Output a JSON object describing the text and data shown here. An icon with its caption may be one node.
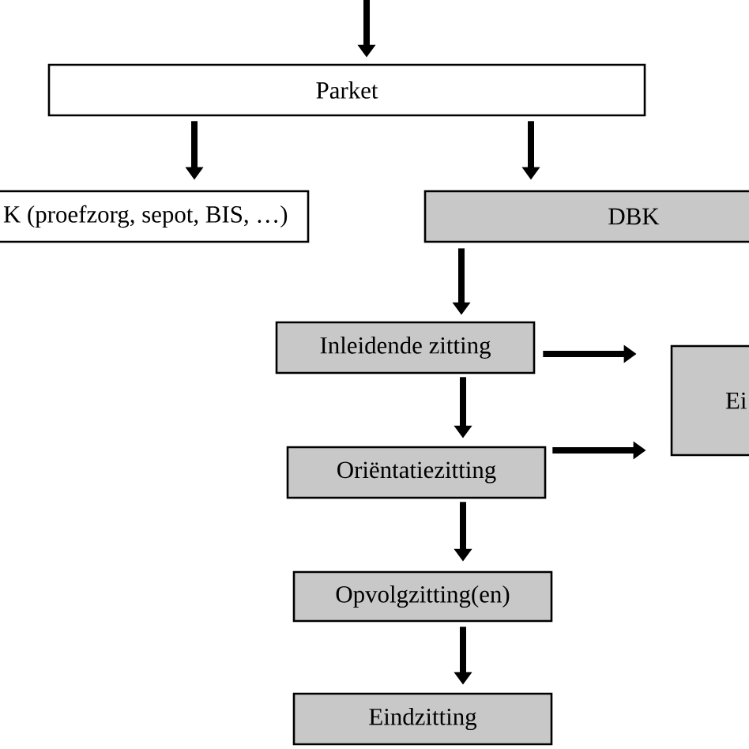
{
  "diagram": {
    "nodes": [
      {
        "text": [
          "Parket"
        ]
      },
      {
        "text": [
          "K (proefzorg, sepot, BIS, …)"
        ]
      },
      {
        "text": [
          "DBK"
        ]
      },
      {
        "text": [
          "Inleidende zitting"
        ]
      },
      {
        "text": [
          "Ei"
        ]
      },
      {
        "text": [
          "Oriëntatiezitting"
        ]
      },
      {
        "text": [
          "Opvolgzitting(en)"
        ]
      },
      {
        "text": [
          "Eindzitting"
        ]
      }
    ],
    "edges": [
      {
        "from": null,
        "to": 0,
        "arrow": "to"
      },
      {
        "from": 0,
        "to": 1,
        "arrow": "to"
      },
      {
        "from": 0,
        "to": 2,
        "arrow": "to"
      },
      {
        "from": 2,
        "to": 3,
        "arrow": "to"
      },
      {
        "from": 3,
        "to": 4,
        "arrow": "to"
      },
      {
        "from": 3,
        "to": 5,
        "arrow": "to"
      },
      {
        "from": 5,
        "to": 4,
        "arrow": "to"
      },
      {
        "from": 5,
        "to": 6,
        "arrow": "to"
      },
      {
        "from": 6,
        "to": 7,
        "arrow": "to"
      }
    ]
  }
}
